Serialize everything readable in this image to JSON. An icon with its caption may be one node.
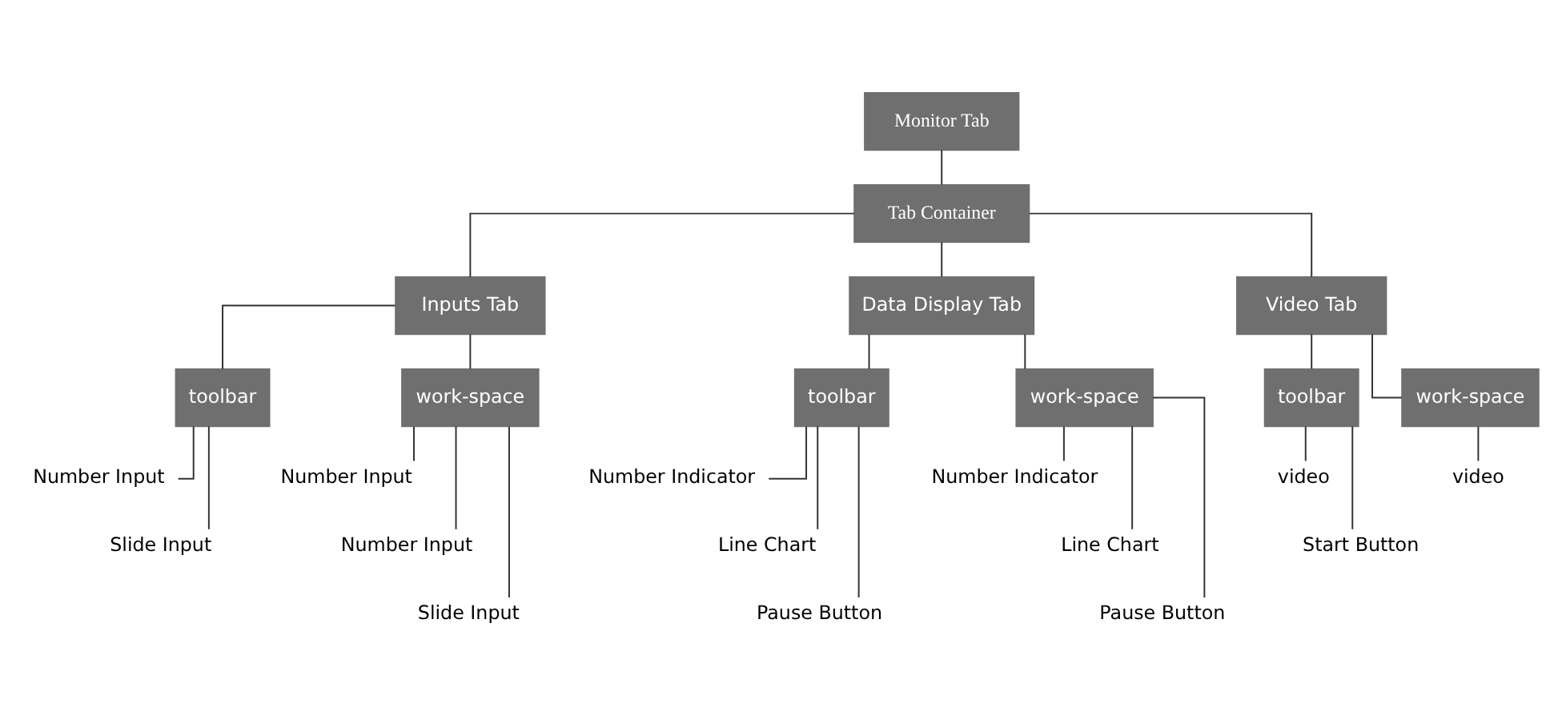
{
  "diagram": {
    "nodes": [
      {
        "text": [
          "Monitor Tab"
        ]
      },
      {
        "text": [
          "Tab Container"
        ]
      },
      {
        "text": [
          "Inputs Tab"
        ]
      },
      {
        "text": [
          "Data Display Tab"
        ]
      },
      {
        "text": [
          "Video Tab"
        ]
      },
      {
        "text": [
          "toolbar"
        ]
      },
      {
        "text": [
          "work-space"
        ]
      },
      {
        "text": [
          "Number Input"
        ]
      },
      {
        "text": [
          "Slide Input"
        ]
      },
      {
        "text": [
          "Number Input"
        ]
      },
      {
        "text": [
          "Number Input"
        ]
      },
      {
        "text": [
          "Slide Input"
        ]
      },
      {
        "text": [
          "toolbar"
        ]
      },
      {
        "text": [
          "work-space"
        ]
      },
      {
        "text": [
          "Number Indicator"
        ]
      },
      {
        "text": [
          "Line Chart"
        ]
      },
      {
        "text": [
          "Pause Button"
        ]
      },
      {
        "text": [
          "Number Indicator"
        ]
      },
      {
        "text": [
          "Line Chart"
        ]
      },
      {
        "text": [
          "Pause Button"
        ]
      },
      {
        "text": [
          "toolbar"
        ]
      },
      {
        "text": [
          "work-space"
        ]
      },
      {
        "text": [
          "video"
        ]
      },
      {
        "text": [
          "Start Button"
        ]
      },
      {
        "text": [
          "video"
        ]
      }
    ],
    "edges": [
      {
        "from": 0,
        "to": 1,
        "arrow": "none"
      },
      {
        "from": 1,
        "to": 2,
        "arrow": "none"
      },
      {
        "from": 1,
        "to": 3,
        "arrow": "none"
      },
      {
        "from": 1,
        "to": 4,
        "arrow": "none"
      },
      {
        "from": 2,
        "to": 5,
        "arrow": "none"
      },
      {
        "from": 2,
        "to": 6,
        "arrow": "none"
      },
      {
        "from": 5,
        "to": 7,
        "arrow": "none"
      },
      {
        "from": 5,
        "to": 8,
        "arrow": "none"
      },
      {
        "from": 6,
        "to": 9,
        "arrow": "none"
      },
      {
        "from": 6,
        "to": 10,
        "arrow": "none"
      },
      {
        "from": 6,
        "to": 11,
        "arrow": "none"
      },
      {
        "from": 3,
        "to": 12,
        "arrow": "none"
      },
      {
        "from": 3,
        "to": 13,
        "arrow": "none"
      },
      {
        "from": 12,
        "to": 14,
        "arrow": "none"
      },
      {
        "from": 12,
        "to": 15,
        "arrow": "none"
      },
      {
        "from": 12,
        "to": 16,
        "arrow": "none"
      },
      {
        "from": 13,
        "to": 17,
        "arrow": "none"
      },
      {
        "from": 13,
        "to": 18,
        "arrow": "none"
      },
      {
        "from": 13,
        "to": 19,
        "arrow": "none"
      },
      {
        "from": 4,
        "to": 20,
        "arrow": "none"
      },
      {
        "from": 4,
        "to": 21,
        "arrow": "none"
      },
      {
        "from": 20,
        "to": 22,
        "arrow": "none"
      },
      {
        "from": 20,
        "to": 23,
        "arrow": "none"
      },
      {
        "from": 21,
        "to": 24,
        "arrow": "none"
      }
    ]
  }
}
